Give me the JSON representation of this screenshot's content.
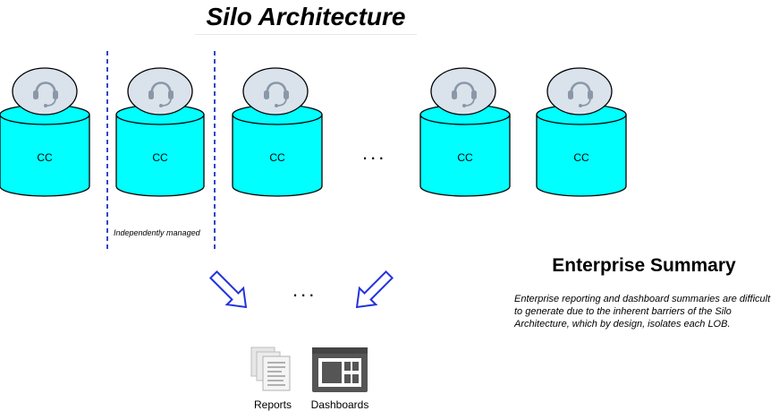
{
  "title": "Silo Architecture",
  "silo_label": "CC",
  "silos": [
    {
      "label": "CC"
    },
    {
      "label": "CC"
    },
    {
      "label": "CC"
    },
    {
      "label": "CC"
    },
    {
      "label": "CC"
    }
  ],
  "ellipsis_top": "...",
  "ellipsis_middle": "...",
  "silo_caption": "Independently managed",
  "outputs": {
    "reports_label": "Reports",
    "dashboards_label": "Dashboards"
  },
  "summary": {
    "heading": "Enterprise Summary",
    "text": "Enterprise reporting and dashboard summaries are difficult to generate due to the inherent barriers of the Silo Architecture, which by design, isolates each LOB."
  },
  "colors": {
    "silo_fill": "#00ffff",
    "agent_fill": "#dae2ec",
    "divider": "#3344cc",
    "arrow": "#2233dd",
    "dashboard_icon": "#555555"
  },
  "icons": [
    "headset-agent-icon",
    "reports-icon",
    "dashboards-icon",
    "down-right-arrow-icon",
    "down-left-arrow-icon"
  ]
}
